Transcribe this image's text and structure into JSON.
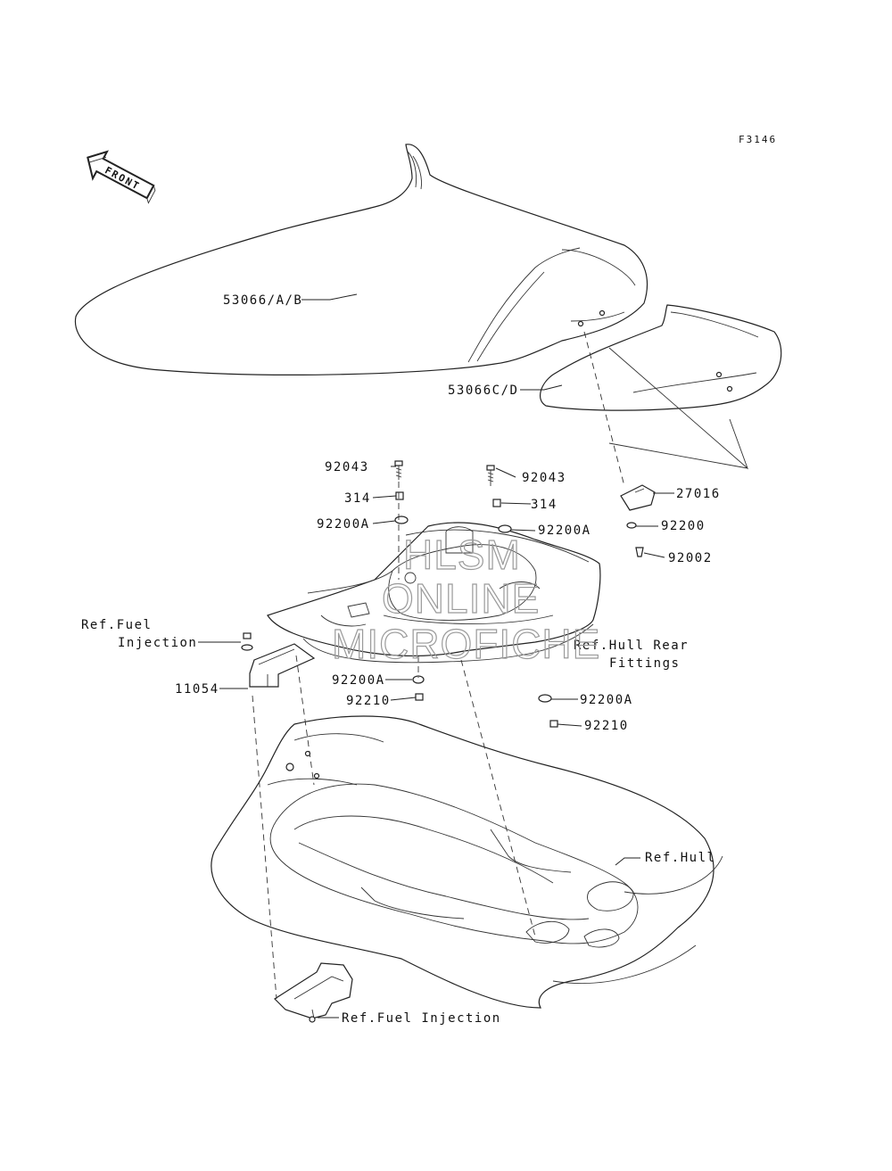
{
  "figure_code": "F3146",
  "front_arrow_text": "FRONT",
  "watermark": {
    "line1": "HLSM",
    "line2": "ONLINE",
    "line3": "MICROFICHE"
  },
  "labels": {
    "seat_front": "53066/A/B",
    "seat_rear": "53066C/D",
    "bolt_left": "92043",
    "bolt_right": "92043",
    "part314_left": "314",
    "part314_right": "314",
    "washer_left": "92200A",
    "washer_right": "92200A",
    "latch": "27016",
    "washer_latch": "92200",
    "screw_latch": "92002",
    "ref_fuel_top_1": "Ref.Fuel",
    "ref_fuel_top_2": "Injection",
    "bracket": "11054",
    "washer_lower_left": "92200A",
    "nut_lower_left": "92210",
    "ref_hull_rear_1": "Ref.Hull Rear",
    "ref_hull_rear_2": "Fittings",
    "washer_lower_right": "92200A",
    "nut_lower_right": "92210",
    "ref_hull": "Ref.Hull",
    "ref_fuel_bottom": "Ref.Fuel Injection"
  }
}
